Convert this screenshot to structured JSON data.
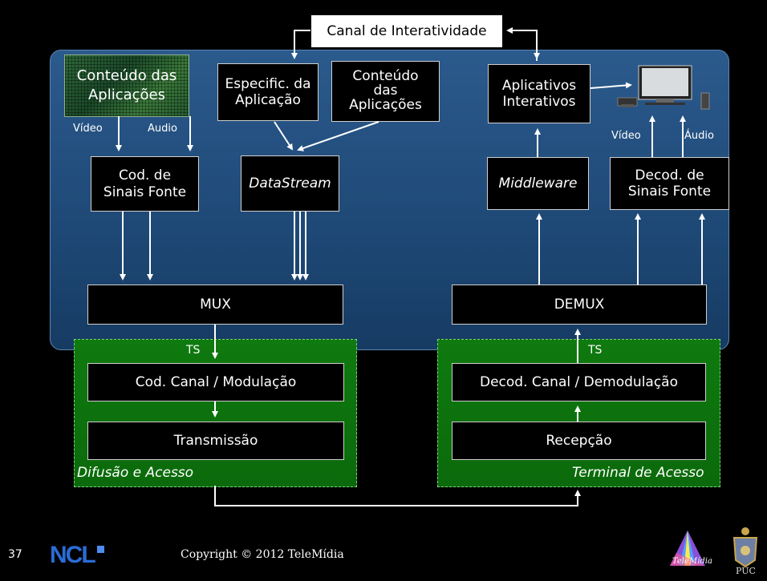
{
  "diagram": {
    "canal_interatividade": "Canal de Interatividade",
    "conteudo_aplicacoes_line1": "Conteúdo das",
    "conteudo_aplicacoes_line2": "Aplicações",
    "especific_line1": "Especific. da",
    "especific_line2": "Aplicação",
    "conteudo2_line1": "Conteúdo",
    "conteudo2_line2": "das",
    "conteudo2_line3": "Aplicações",
    "aplicativos_line1": "Aplicativos",
    "aplicativos_line2": "Interativos",
    "video_left": "Vídeo",
    "audio_left": "Audio",
    "video_right": "Vídeo",
    "audio_right": "Áudio",
    "cod_sinais_line1": "Cod. de",
    "cod_sinais_line2": "Sinais Fonte",
    "datastream": "DataStream",
    "middleware": "Middleware",
    "decod_sinais_line1": "Decod. de",
    "decod_sinais_line2": "Sinais Fonte",
    "mux": "MUX",
    "demux": "DEMUX",
    "ts_left": "TS",
    "ts_right": "TS",
    "cod_canal": "Cod. Canal / Modulação",
    "decod_canal": "Decod. Canal / Demodulação",
    "transmissao": "Transmissão",
    "recepcao": "Recepção",
    "difusao": "Difusão e Acesso",
    "terminal": "Terminal de Acesso"
  },
  "footer": {
    "slide_number": "37",
    "copyright": "Copyright © 2012 TeleMídia",
    "logo_ncl": "NCL",
    "logo_telemidia": "TeleMídia",
    "logo_puc": "PUC"
  },
  "colors": {
    "background": "#000000",
    "blue_panel": "#1f4a78",
    "green_panel": "#0b6a0b"
  }
}
